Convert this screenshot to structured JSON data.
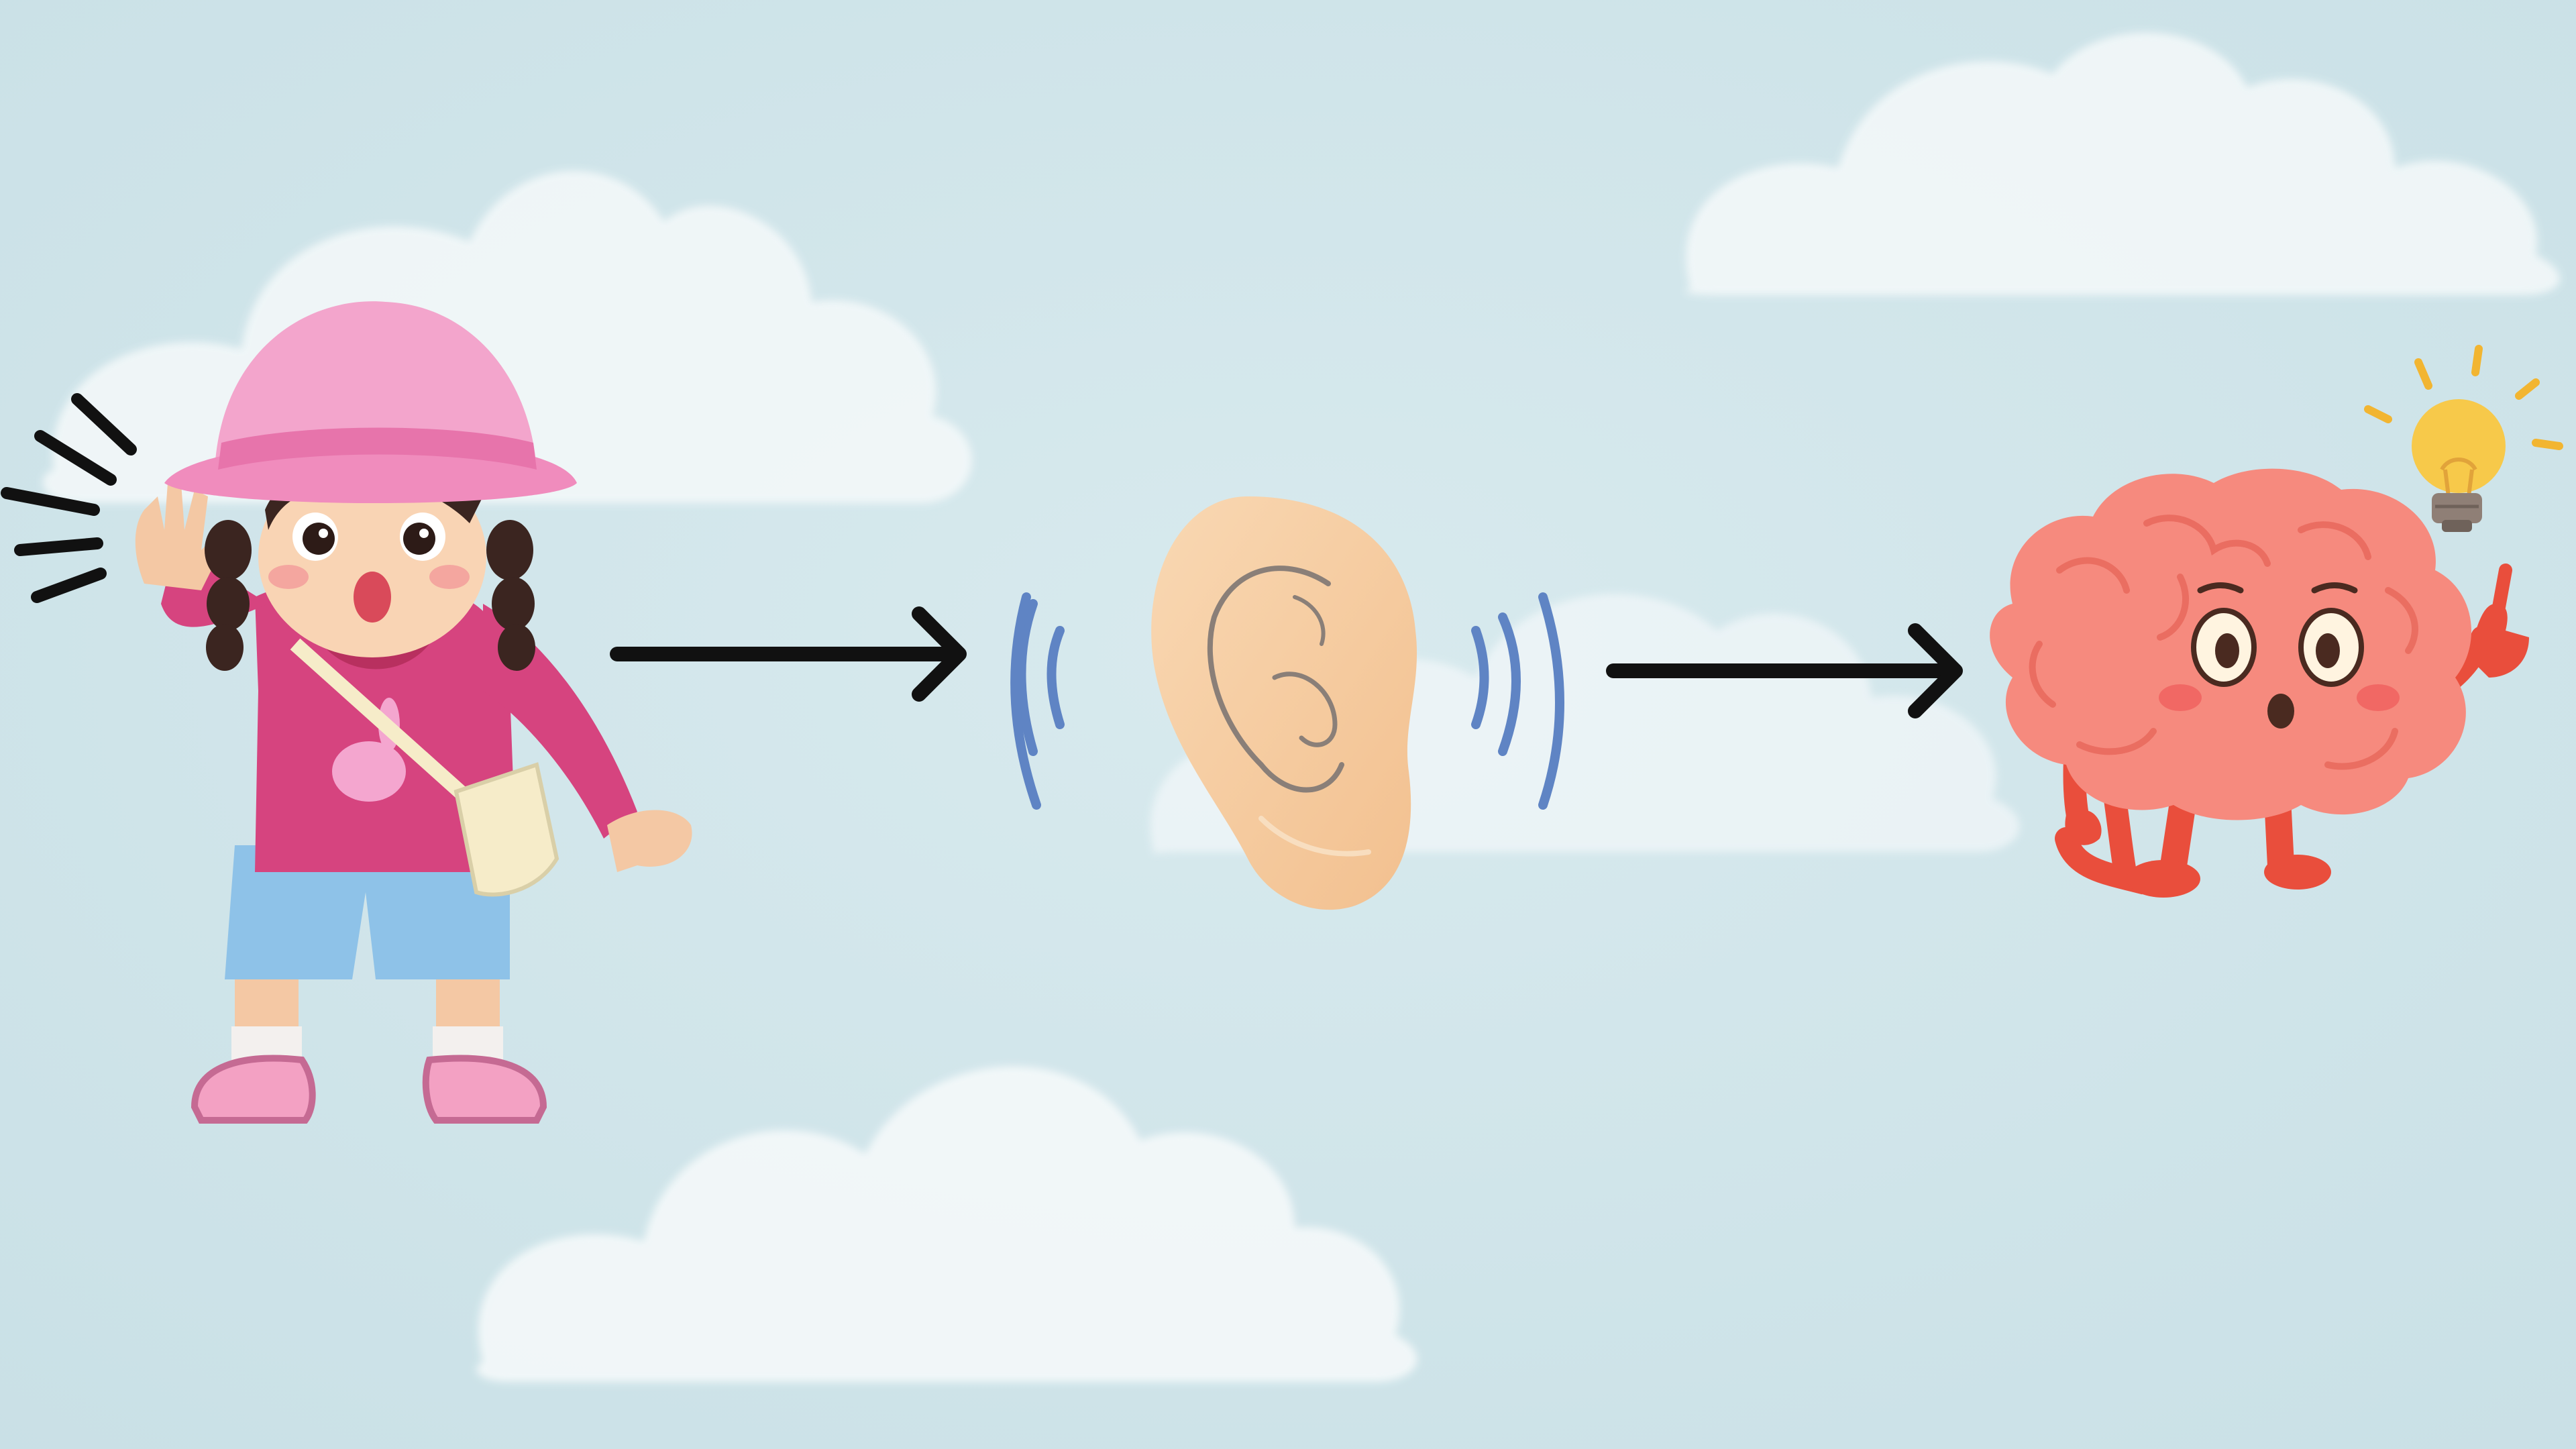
{
  "colors": {
    "sky": "#c9e0e6",
    "sky_light": "#d8eaee",
    "cloud": "#f6fafb",
    "arrow": "#111111",
    "sound_wave": "#5f84c4",
    "ear_skin": "#f7cfa6",
    "ear_line": "#8a7f78",
    "girl_hat": "#f3a5cc",
    "girl_shirt": "#d6447f",
    "girl_shorts": "#8ec2e8",
    "girl_hair": "#3b2520",
    "girl_bag": "#f6ecc9",
    "brain_body": "#f68a7e",
    "brain_limbs": "#e94e3c",
    "bulb": "#f7c94a",
    "bulb_rays": "#f2b531"
  },
  "steps": [
    {
      "id": "speaker",
      "icon": "talking-girl-icon"
    },
    {
      "id": "ear",
      "icon": "ear-icon"
    },
    {
      "id": "brain",
      "icon": "brain-icon"
    }
  ],
  "connectors": [
    {
      "from": "speaker",
      "to": "ear",
      "icon": "arrow-right-icon"
    },
    {
      "from": "ear",
      "to": "brain",
      "icon": "arrow-right-icon"
    }
  ]
}
